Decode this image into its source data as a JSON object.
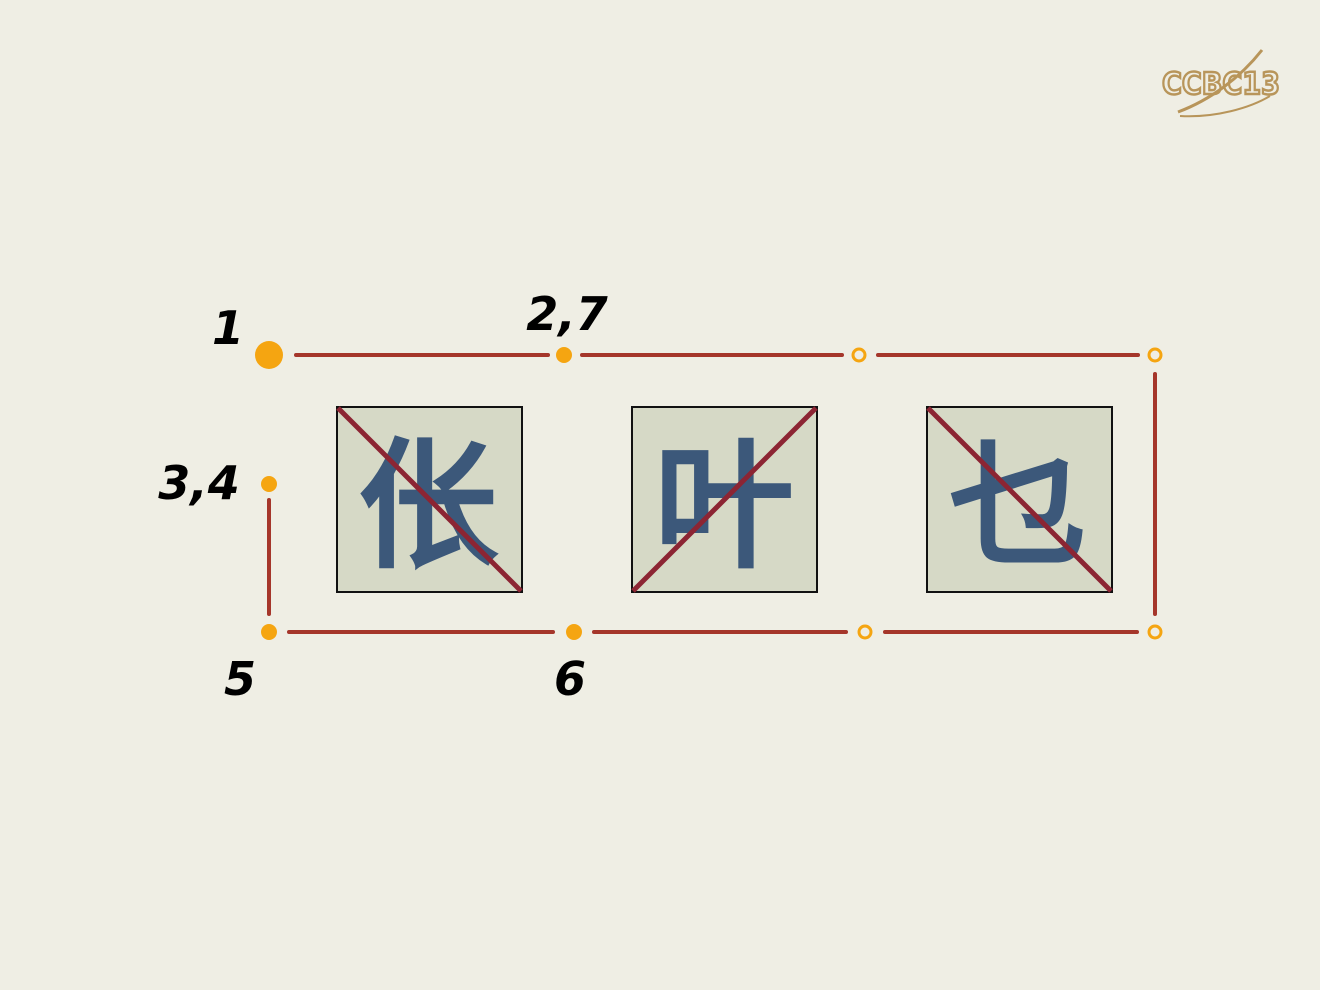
{
  "logo": {
    "text": "CCBC13"
  },
  "labels": {
    "p1": "1",
    "p2": "2,7",
    "p3": "3,4",
    "p5": "5",
    "p6": "6"
  },
  "cells": [
    {
      "char": "伥",
      "crossed": true
    },
    {
      "char": "叶",
      "crossed": true
    },
    {
      "char": "乜",
      "crossed": true
    }
  ],
  "colors": {
    "background": "#efeee4",
    "path_line": "#a5362a",
    "node_fill": "#f5a511",
    "cell_fill": "#d6d9c6",
    "glyph": "#3c587a",
    "cross": "#8c2533",
    "label": "#000000",
    "logo": "#b8955a"
  }
}
